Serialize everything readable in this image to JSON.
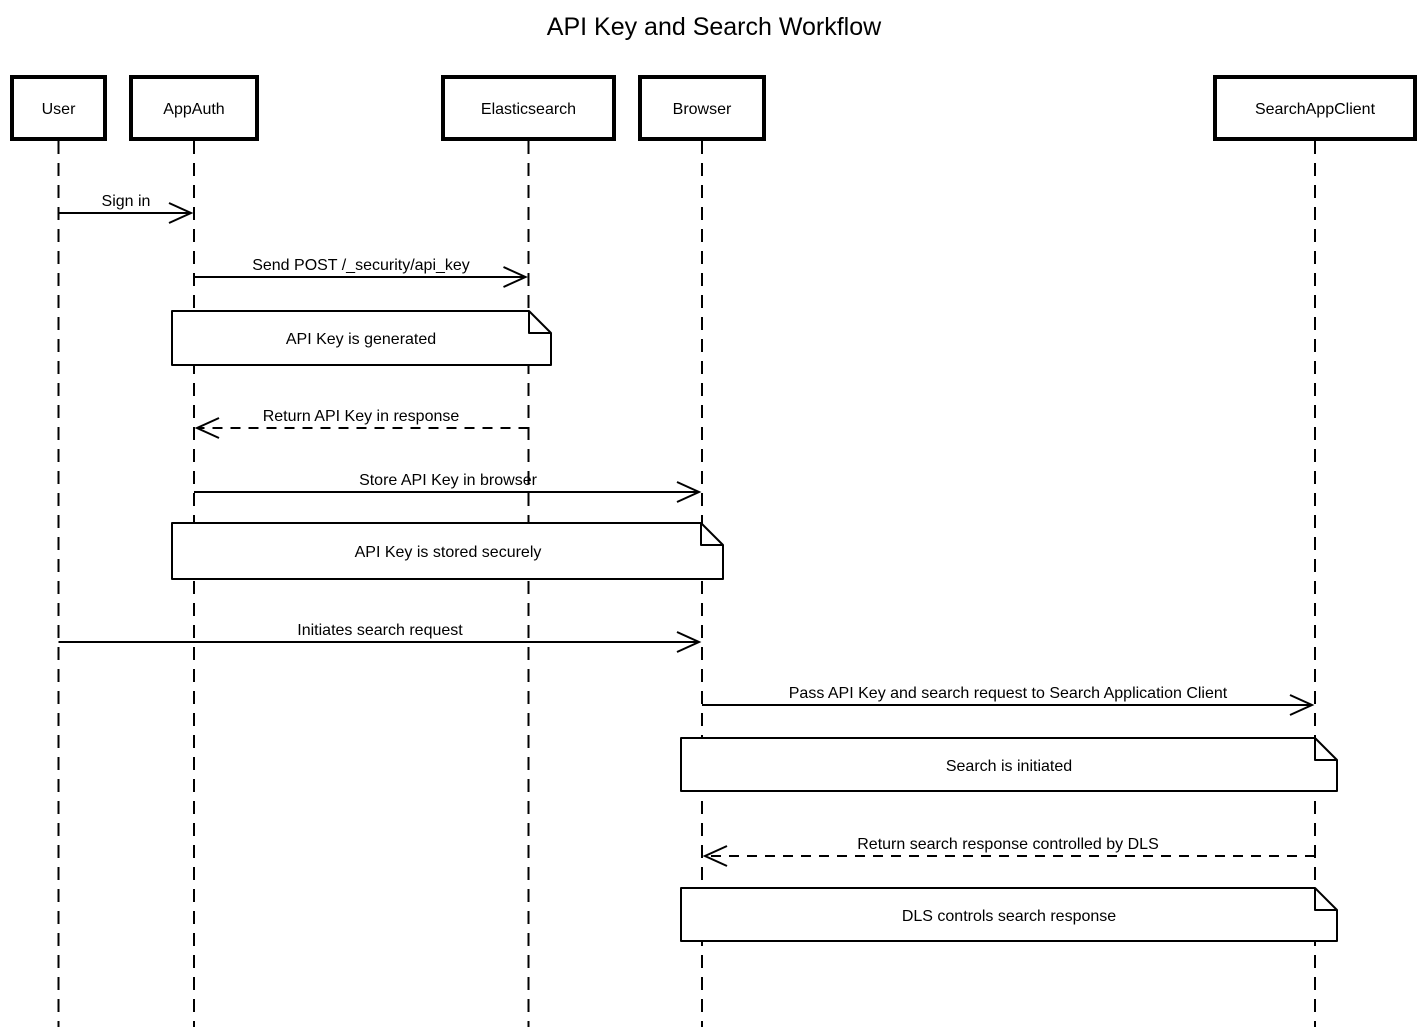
{
  "title": "API Key and Search Workflow",
  "colors": {
    "stroke": "#000000",
    "fill": "#ffffff",
    "background": "#ffffff"
  },
  "diagram": {
    "type": "sequence",
    "participants": [
      {
        "id": "user",
        "label": "User"
      },
      {
        "id": "appauth",
        "label": "AppAuth"
      },
      {
        "id": "elasticsearch",
        "label": "Elasticsearch"
      },
      {
        "id": "browser",
        "label": "Browser"
      },
      {
        "id": "searchappclient",
        "label": "SearchAppClient"
      }
    ],
    "messages": [
      {
        "from": "User",
        "to": "AppAuth",
        "label": "Sign in",
        "line": "solid"
      },
      {
        "from": "AppAuth",
        "to": "Elasticsearch",
        "label": "Send POST /_security/api_key",
        "line": "solid"
      },
      {
        "from": "Elasticsearch",
        "to": "AppAuth",
        "label": "Return API Key in response",
        "line": "dashed"
      },
      {
        "from": "AppAuth",
        "to": "Browser",
        "label": "Store API Key in browser",
        "line": "solid"
      },
      {
        "from": "User",
        "to": "Browser",
        "label": "Initiates search request",
        "line": "solid"
      },
      {
        "from": "Browser",
        "to": "SearchAppClient",
        "label": "Pass API Key and search request to Search Application Client",
        "line": "solid"
      },
      {
        "from": "SearchAppClient",
        "to": "Browser",
        "label": "Return search response controlled by DLS",
        "line": "dashed"
      }
    ],
    "notes": [
      {
        "text": "API Key is generated",
        "over": [
          "AppAuth",
          "Elasticsearch"
        ]
      },
      {
        "text": "API Key is stored securely",
        "over": [
          "AppAuth",
          "Browser"
        ]
      },
      {
        "text": "Search is initiated",
        "over": [
          "Browser",
          "SearchAppClient"
        ]
      },
      {
        "text": "DLS controls search response",
        "over": [
          "Browser",
          "SearchAppClient"
        ]
      }
    ]
  }
}
